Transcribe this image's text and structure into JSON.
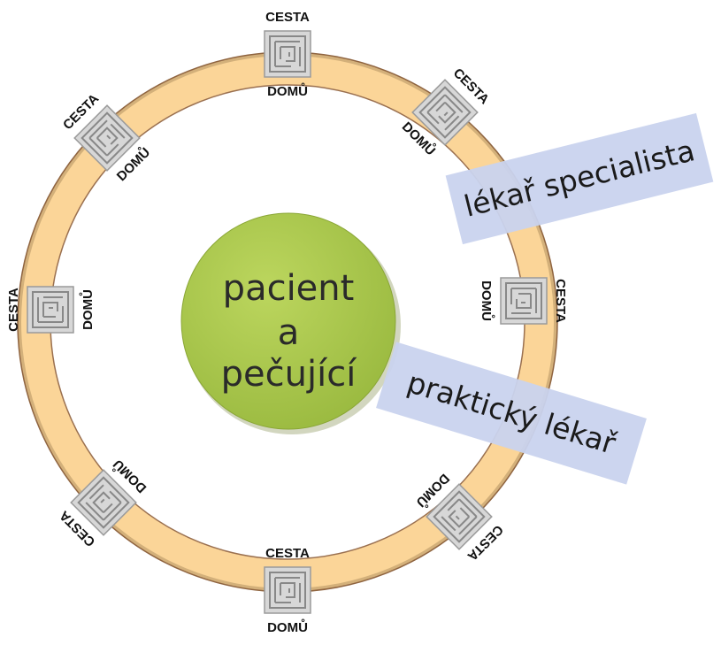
{
  "center": {
    "lines": [
      "pacient",
      "a",
      "pečující"
    ],
    "fill": "#a9c54a"
  },
  "ring": {
    "fill": "#fbd598",
    "stroke": "#9a6a45"
  },
  "badge": {
    "top_text": "CESTA",
    "bottom_text": "DOMŮ",
    "icon": "maze-icon",
    "count": 8
  },
  "roles": {
    "specialist": "lékař specialista",
    "general": "praktický lékař",
    "fill": "#c9d3ee"
  }
}
